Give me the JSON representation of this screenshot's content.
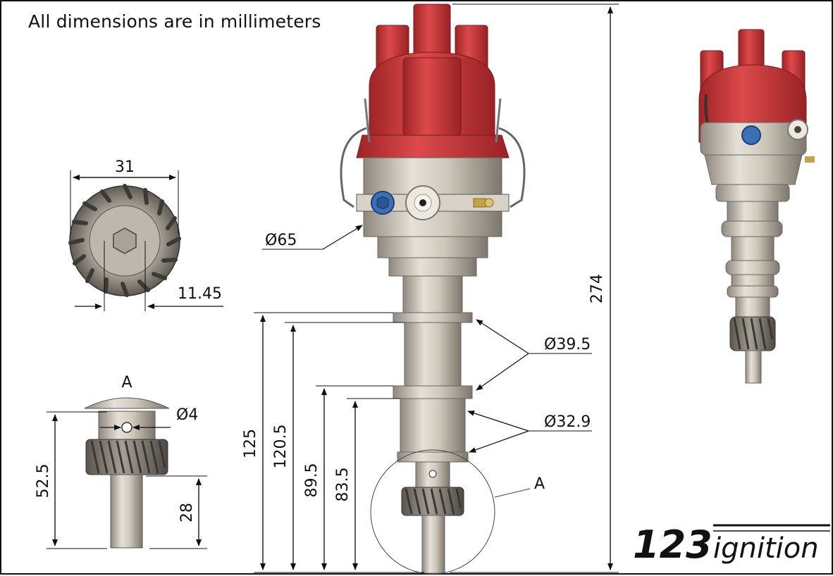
{
  "heading": "All dimensions are in millimeters",
  "dimensions": {
    "gear_width": "31",
    "hex_width": "11.45",
    "detail_label": "A",
    "pin_hole": "Ø4",
    "gear_height": "52.5",
    "shaft_length": "28",
    "body_diameter": "Ø65",
    "collar_diameter": "Ø39.5",
    "shank_diameter": "Ø32.9",
    "total_height": "274",
    "h125": "125",
    "h120_5": "120.5",
    "h89_5": "89.5",
    "h83_5": "83.5",
    "circle_label": "A"
  },
  "logo": {
    "number": "123",
    "word": "ignition"
  },
  "colors": {
    "cap_red": "#c8383a",
    "metal": "#c9c2b6",
    "bolt_blue": "#3b6fb6"
  }
}
